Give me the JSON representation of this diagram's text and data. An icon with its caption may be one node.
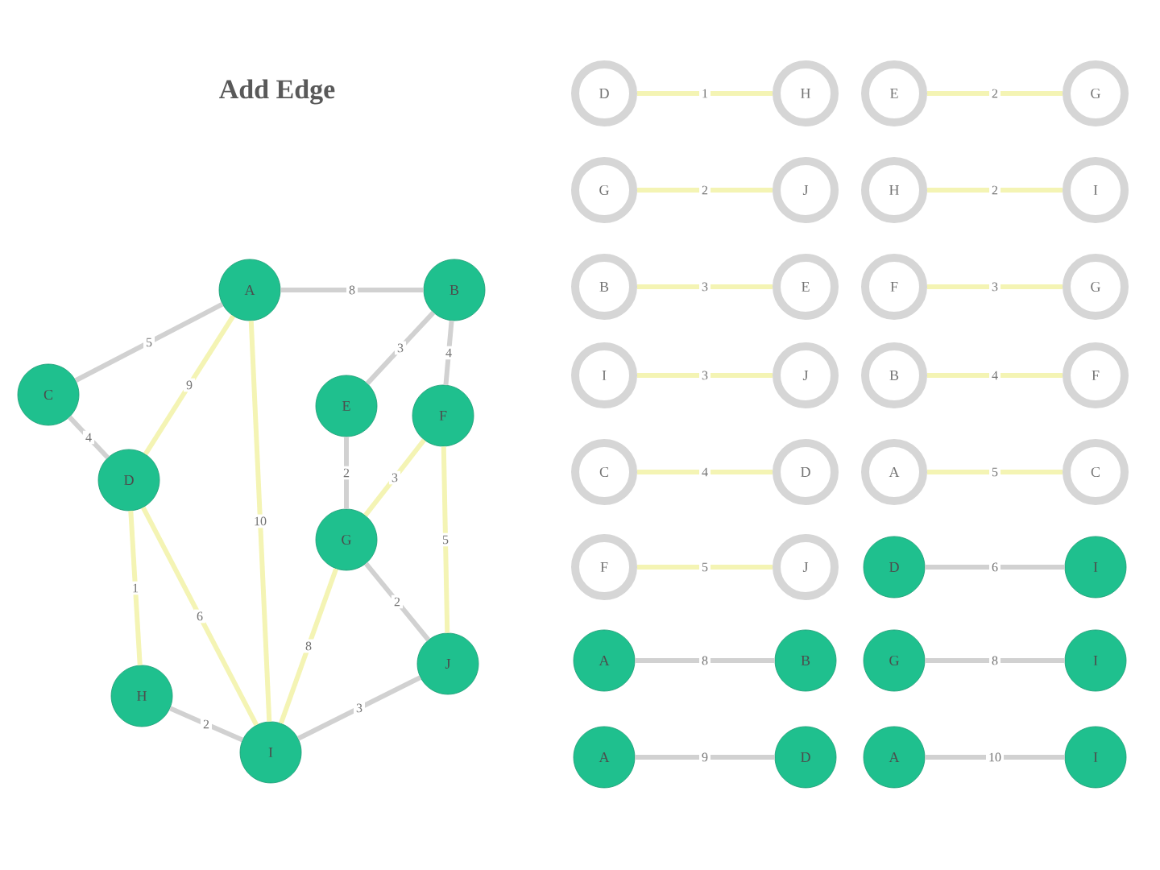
{
  "diagram": {
    "title": "Add Edge",
    "nodes": [
      {
        "text": [
          "A"
        ]
      },
      {
        "text": [
          "B"
        ]
      },
      {
        "text": [
          "C"
        ]
      },
      {
        "text": [
          "D"
        ]
      },
      {
        "text": [
          "E"
        ]
      },
      {
        "text": [
          "F"
        ]
      },
      {
        "text": [
          "G"
        ]
      },
      {
        "text": [
          "H"
        ]
      },
      {
        "text": [
          "I"
        ]
      },
      {
        "text": [
          "J"
        ]
      },
      {
        "text": [
          "D"
        ]
      },
      {
        "text": [
          "H"
        ]
      },
      {
        "text": [
          "E"
        ]
      },
      {
        "text": [
          "G"
        ]
      },
      {
        "text": [
          "G"
        ]
      },
      {
        "text": [
          "J"
        ]
      },
      {
        "text": [
          "H"
        ]
      },
      {
        "text": [
          "I"
        ]
      },
      {
        "text": [
          "B"
        ]
      },
      {
        "text": [
          "E"
        ]
      },
      {
        "text": [
          "F"
        ]
      },
      {
        "text": [
          "G"
        ]
      },
      {
        "text": [
          "I"
        ]
      },
      {
        "text": [
          "J"
        ]
      },
      {
        "text": [
          "B"
        ]
      },
      {
        "text": [
          "F"
        ]
      },
      {
        "text": [
          "C"
        ]
      },
      {
        "text": [
          "D"
        ]
      },
      {
        "text": [
          "A"
        ]
      },
      {
        "text": [
          "C"
        ]
      },
      {
        "text": [
          "F"
        ]
      },
      {
        "text": [
          "J"
        ]
      },
      {
        "text": [
          "D"
        ]
      },
      {
        "text": [
          "I"
        ]
      },
      {
        "text": [
          "A"
        ]
      },
      {
        "text": [
          "B"
        ]
      },
      {
        "text": [
          "G"
        ]
      },
      {
        "text": [
          "I"
        ]
      },
      {
        "text": [
          "A"
        ]
      },
      {
        "text": [
          "D"
        ]
      },
      {
        "text": [
          "A"
        ]
      },
      {
        "text": [
          "I"
        ]
      }
    ],
    "edges": [
      {
        "from": 0,
        "to": 2,
        "arrow": "none",
        "label": "5"
      },
      {
        "from": 0,
        "to": 1,
        "arrow": "none",
        "label": "8"
      },
      {
        "from": 1,
        "to": 4,
        "arrow": "none",
        "label": "3"
      },
      {
        "from": 1,
        "to": 5,
        "arrow": "none",
        "label": "4"
      },
      {
        "from": 2,
        "to": 3,
        "arrow": "none",
        "label": "4"
      },
      {
        "from": 0,
        "to": 3,
        "arrow": "none",
        "label": "9",
        "color": "#f4f4b4"
      },
      {
        "from": 0,
        "to": 8,
        "arrow": "none",
        "label": "10",
        "color": "#f4f4b4"
      },
      {
        "from": 4,
        "to": 6,
        "arrow": "none",
        "label": "2"
      },
      {
        "from": 5,
        "to": 6,
        "arrow": "none",
        "label": "3",
        "color": "#f4f4b4"
      },
      {
        "from": 5,
        "to": 9,
        "arrow": "none",
        "label": "5",
        "color": "#f4f4b4"
      },
      {
        "from": 6,
        "to": 9,
        "arrow": "none",
        "label": "2"
      },
      {
        "from": 3,
        "to": 7,
        "arrow": "none",
        "label": "1",
        "color": "#f4f4b4"
      },
      {
        "from": 3,
        "to": 8,
        "arrow": "none",
        "label": "6",
        "color": "#f4f4b4"
      },
      {
        "from": 6,
        "to": 8,
        "arrow": "none",
        "label": "8",
        "color": "#f4f4b4"
      },
      {
        "from": 7,
        "to": 8,
        "arrow": "none",
        "label": "2"
      },
      {
        "from": 8,
        "to": 9,
        "arrow": "none",
        "label": "3"
      },
      {
        "from": 10,
        "to": 11,
        "arrow": "none",
        "label": "1",
        "color": "#f4f4b4"
      },
      {
        "from": 12,
        "to": 13,
        "arrow": "none",
        "label": "2",
        "color": "#f4f4b4"
      },
      {
        "from": 14,
        "to": 15,
        "arrow": "none",
        "label": "2",
        "color": "#f4f4b4"
      },
      {
        "from": 16,
        "to": 17,
        "arrow": "none",
        "label": "2",
        "color": "#f4f4b4"
      },
      {
        "from": 18,
        "to": 19,
        "arrow": "none",
        "label": "3",
        "color": "#f4f4b4"
      },
      {
        "from": 20,
        "to": 21,
        "arrow": "none",
        "label": "3",
        "color": "#f4f4b4"
      },
      {
        "from": 22,
        "to": 23,
        "arrow": "none",
        "label": "3",
        "color": "#f4f4b4"
      },
      {
        "from": 24,
        "to": 25,
        "arrow": "none",
        "label": "4",
        "color": "#f4f4b4"
      },
      {
        "from": 26,
        "to": 27,
        "arrow": "none",
        "label": "4",
        "color": "#f4f4b4"
      },
      {
        "from": 28,
        "to": 29,
        "arrow": "none",
        "label": "5",
        "color": "#f4f4b4"
      },
      {
        "from": 30,
        "to": 31,
        "arrow": "none",
        "label": "5",
        "color": "#f4f4b4"
      },
      {
        "from": 32,
        "to": 33,
        "arrow": "none",
        "label": "6"
      },
      {
        "from": 34,
        "to": 35,
        "arrow": "none",
        "label": "8"
      },
      {
        "from": 36,
        "to": 37,
        "arrow": "none",
        "label": "8"
      },
      {
        "from": 38,
        "to": 39,
        "arrow": "none",
        "label": "9"
      },
      {
        "from": 40,
        "to": 41,
        "arrow": "none",
        "label": "10"
      }
    ]
  }
}
